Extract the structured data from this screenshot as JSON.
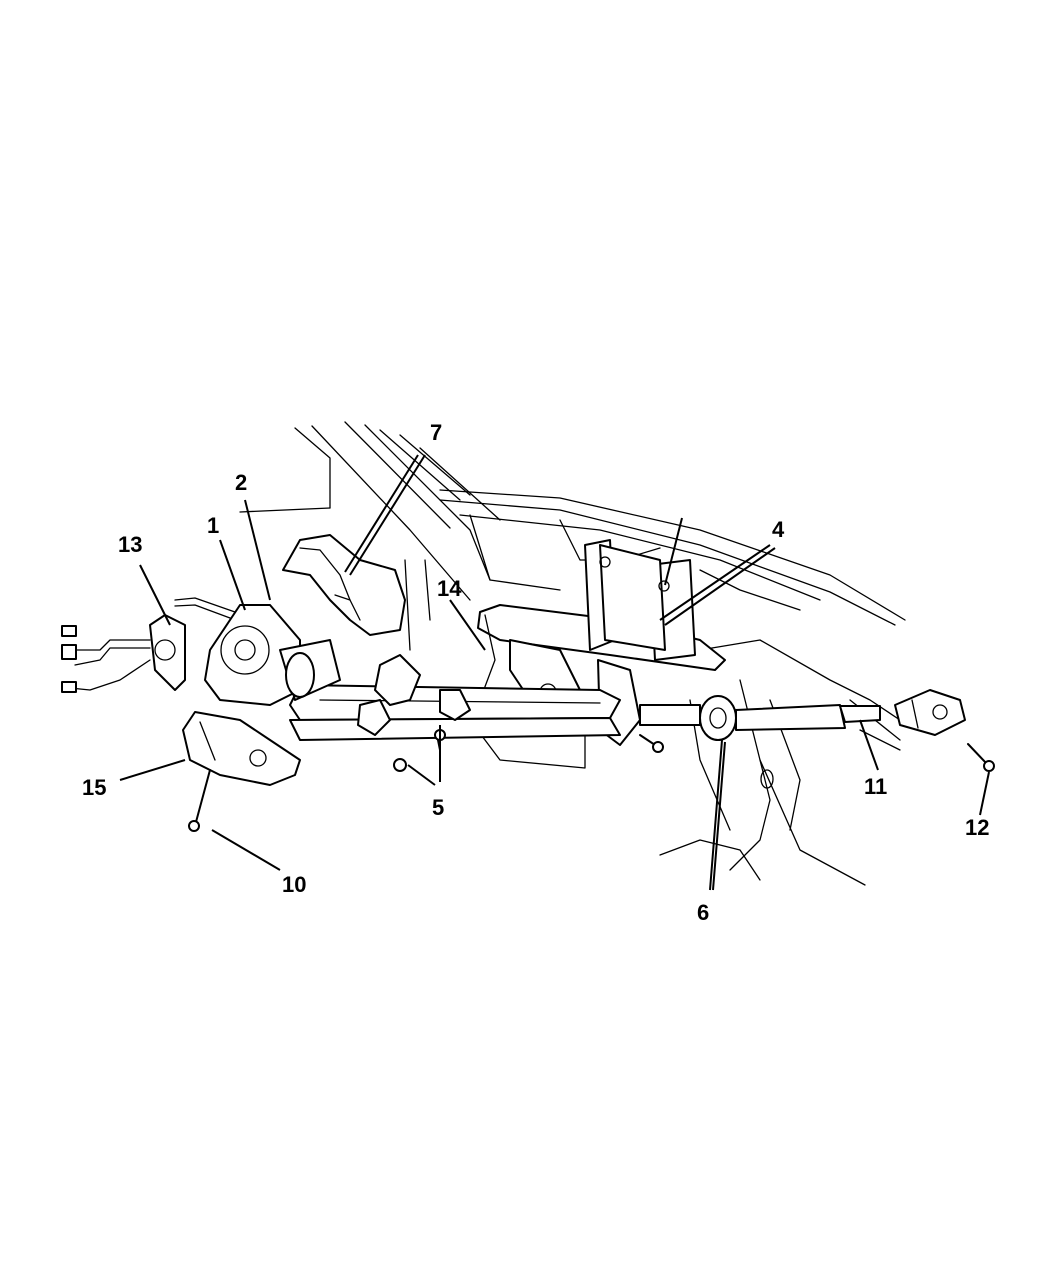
{
  "diagram": {
    "callouts": [
      {
        "id": "1",
        "label": "1"
      },
      {
        "id": "2",
        "label": "2"
      },
      {
        "id": "4",
        "label": "4"
      },
      {
        "id": "5",
        "label": "5"
      },
      {
        "id": "6",
        "label": "6"
      },
      {
        "id": "7",
        "label": "7"
      },
      {
        "id": "10",
        "label": "10"
      },
      {
        "id": "11",
        "label": "11"
      },
      {
        "id": "12",
        "label": "12"
      },
      {
        "id": "13",
        "label": "13"
      },
      {
        "id": "14",
        "label": "14"
      },
      {
        "id": "15",
        "label": "15"
      }
    ]
  }
}
